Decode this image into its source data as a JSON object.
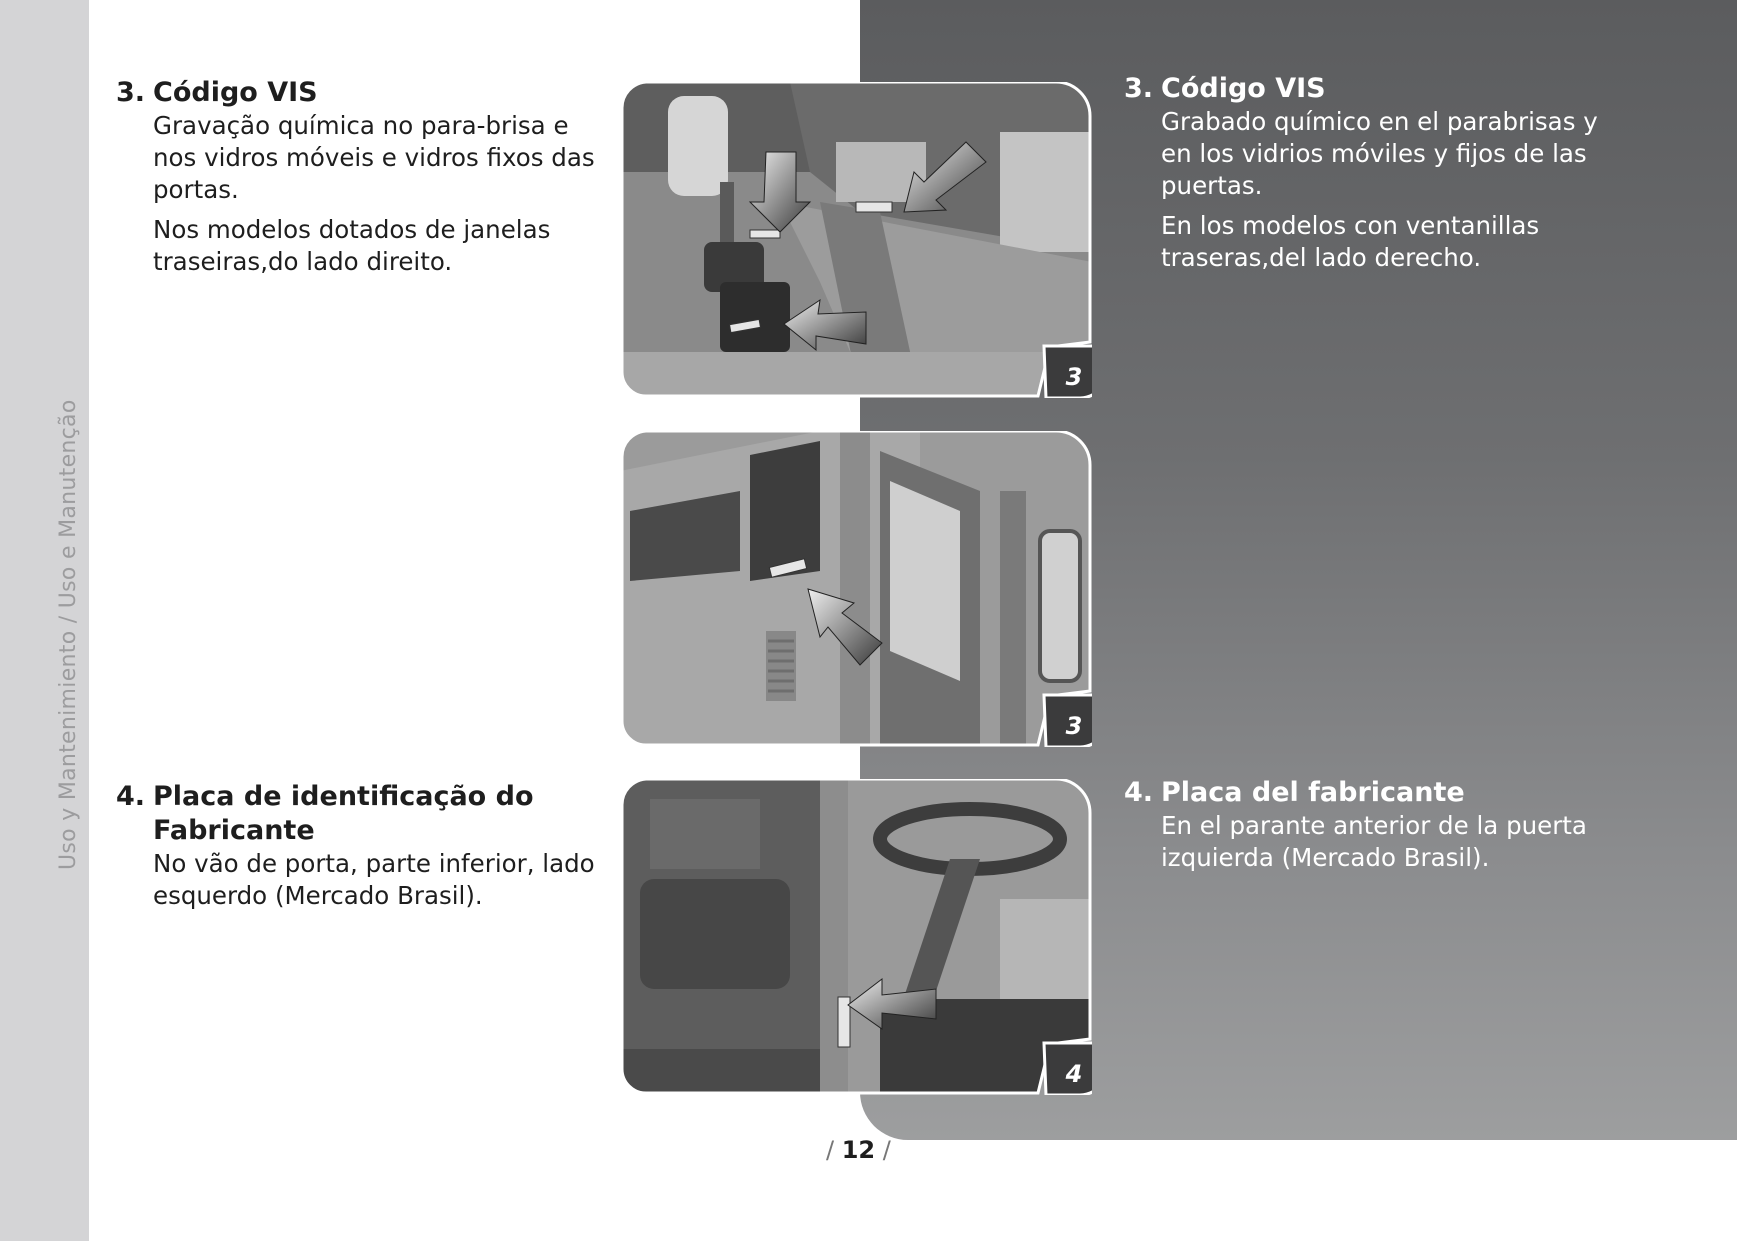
{
  "side_label": "Uso y Mantenimiento / Uso e Manutenção",
  "left_sections": [
    {
      "number": "3.",
      "title": "Código VIS",
      "paragraphs": [
        "Gravação química no para-brisa e nos vidros móveis e vidros fixos das portas.",
        "Nos modelos dotados de janelas traseiras,do lado direito."
      ]
    },
    {
      "number": "4.",
      "title_line1": "Placa de identificação do",
      "title_line2": "Fabricante",
      "paragraphs": [
        "No vão de porta, parte inferior, lado esquerdo (Mercado Brasil)."
      ]
    }
  ],
  "right_sections": [
    {
      "number": "3.",
      "title": "Código VIS",
      "paragraphs": [
        "Grabado químico en el parabrisas y en los vidrios móviles y fijos de las puertas.",
        "En los modelos con ventanillas traseras,del lado derecho."
      ]
    },
    {
      "number": "4.",
      "title": "Placa del fabricante",
      "paragraphs": [
        "En el parante anterior de la puerta izquierda (Mercado Brasil)."
      ]
    }
  ],
  "figures": [
    {
      "label": "3",
      "subject": "windshield-vis-marking"
    },
    {
      "label": "3",
      "subject": "rear-window-vis-marking"
    },
    {
      "label": "4",
      "subject": "door-frame-manufacturer-plate"
    }
  ],
  "page": {
    "prefix": "/",
    "number": "12",
    "suffix": "/"
  }
}
